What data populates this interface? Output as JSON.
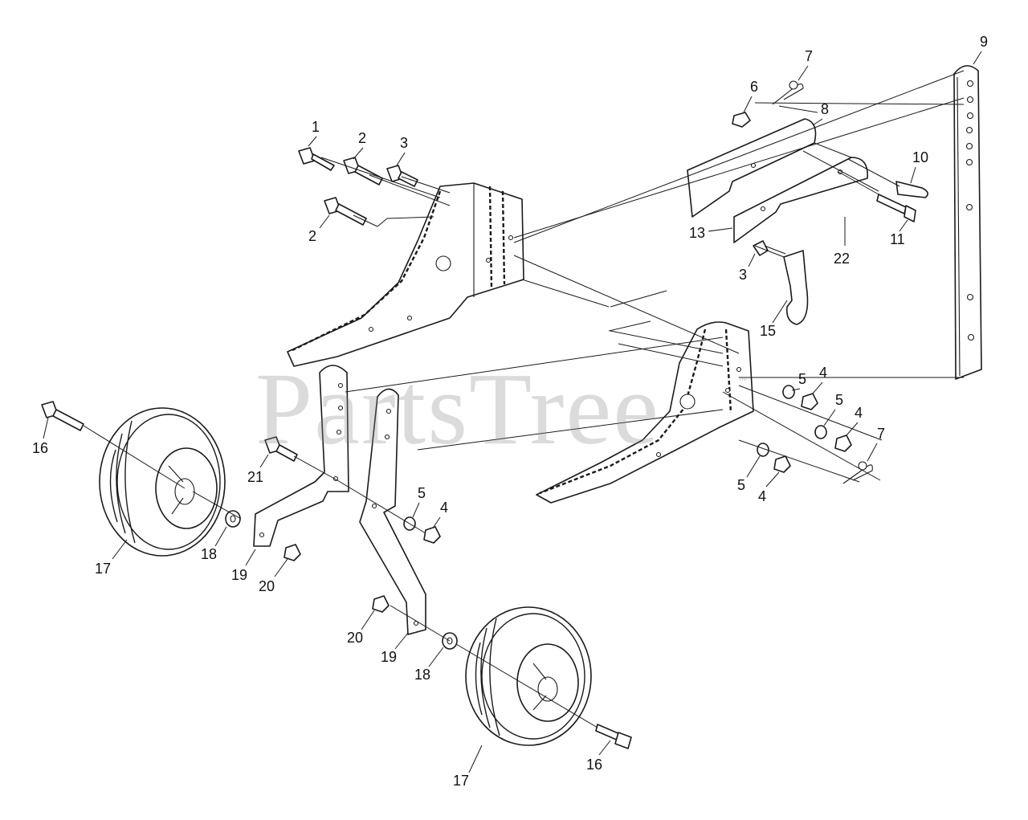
{
  "watermark": {
    "text": "PartsTree",
    "trademark": "™"
  },
  "callouts": [
    {
      "id": "c1",
      "label": "1"
    },
    {
      "id": "c2a",
      "label": "2"
    },
    {
      "id": "c2b",
      "label": "2"
    },
    {
      "id": "c3a",
      "label": "3"
    },
    {
      "id": "c3b",
      "label": "3"
    },
    {
      "id": "c4a",
      "label": "4"
    },
    {
      "id": "c4b",
      "label": "4"
    },
    {
      "id": "c4c",
      "label": "4"
    },
    {
      "id": "c4d",
      "label": "4"
    },
    {
      "id": "c5a",
      "label": "5"
    },
    {
      "id": "c5b",
      "label": "5"
    },
    {
      "id": "c5c",
      "label": "5"
    },
    {
      "id": "c5d",
      "label": "5"
    },
    {
      "id": "c6",
      "label": "6"
    },
    {
      "id": "c7a",
      "label": "7"
    },
    {
      "id": "c7b",
      "label": "7"
    },
    {
      "id": "c8",
      "label": "8"
    },
    {
      "id": "c9",
      "label": "9"
    },
    {
      "id": "c10",
      "label": "10"
    },
    {
      "id": "c11",
      "label": "11"
    },
    {
      "id": "c13",
      "label": "13"
    },
    {
      "id": "c15",
      "label": "15"
    },
    {
      "id": "c16a",
      "label": "16"
    },
    {
      "id": "c16b",
      "label": "16"
    },
    {
      "id": "c17a",
      "label": "17"
    },
    {
      "id": "c17b",
      "label": "17"
    },
    {
      "id": "c18a",
      "label": "18"
    },
    {
      "id": "c18b",
      "label": "18"
    },
    {
      "id": "c19a",
      "label": "19"
    },
    {
      "id": "c19b",
      "label": "19"
    },
    {
      "id": "c20a",
      "label": "20"
    },
    {
      "id": "c20b",
      "label": "20"
    },
    {
      "id": "c21",
      "label": "21"
    },
    {
      "id": "c22",
      "label": "22"
    }
  ]
}
